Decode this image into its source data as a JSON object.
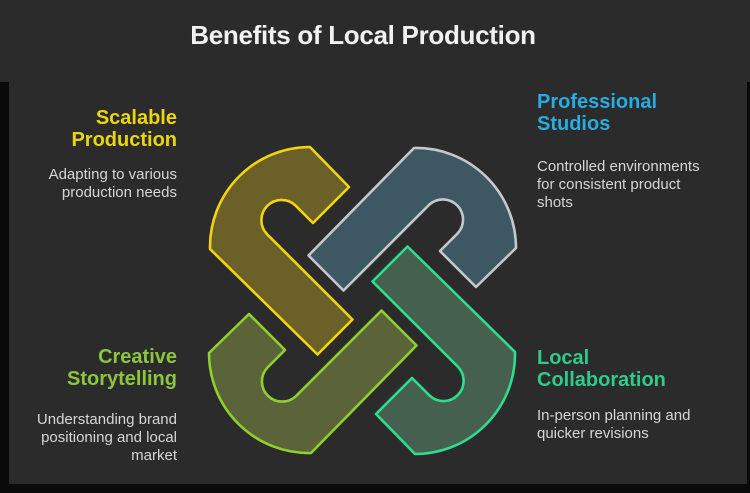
{
  "canvas": {
    "background_color": "#2b2b2b",
    "frame_color": "#0a0a0a"
  },
  "title": {
    "text": "Benefits of Local Production",
    "color": "#f1f1f1"
  },
  "sections": {
    "top_left": {
      "heading": "Scalable\nProduction",
      "heading_color": "#e9d60e",
      "body": "Adapting to various\nproduction needs"
    },
    "top_right": {
      "heading": "Professional\nStudios",
      "heading_color": "#29abe2",
      "body": "Controlled environments\nfor consistent product\nshots"
    },
    "bottom_left": {
      "heading": "Creative\nStorytelling",
      "heading_color": "#8cc63f",
      "body": "Understanding brand\npositioning and local\nmarket"
    },
    "bottom_right": {
      "heading": "Local\nCollaboration",
      "heading_color": "#2fcb8b",
      "body": "In-person planning and\nquicker revisions"
    }
  },
  "knot": {
    "description": "four interlocked loop bands, one per section",
    "pieces": [
      {
        "name": "loop-scalable-production",
        "stroke": "#f2d411",
        "fill": "#6b6128"
      },
      {
        "name": "loop-professional-studios",
        "stroke": "#c4c8ca",
        "fill": "#3d5763"
      },
      {
        "name": "loop-local-collaboration",
        "stroke": "#2edd8e",
        "fill": "#45604f"
      },
      {
        "name": "loop-creative-storytelling",
        "stroke": "#8ed02e",
        "fill": "#5b6339"
      }
    ]
  }
}
